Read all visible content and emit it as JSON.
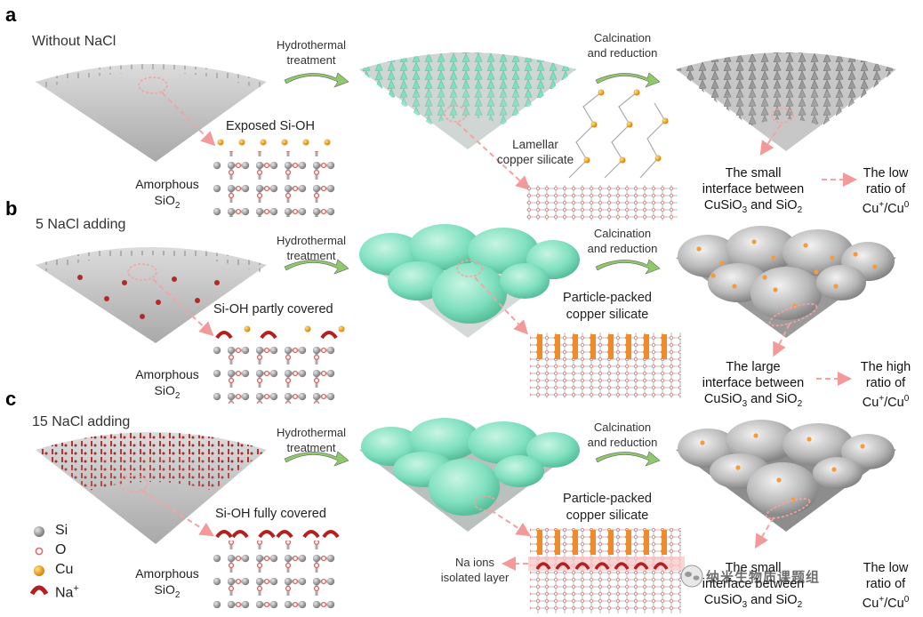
{
  "panels": [
    {
      "letter": "a",
      "condition": "Without NaCl",
      "step1": [
        "Hydrothermal",
        "treatment"
      ],
      "step2": [
        "Calcination",
        "and reduction"
      ],
      "surface_label": "Exposed  Si-OH",
      "substrate": [
        "Amorphous",
        "SiO",
        "2"
      ],
      "product": [
        "Lamellar",
        "copper silicate"
      ],
      "result": [
        "The small",
        "interface between",
        "CuSiO",
        "3",
        " and SiO",
        "2"
      ],
      "ratio": [
        "The low",
        "ratio of",
        "Cu",
        "+",
        "/Cu",
        "0"
      ]
    },
    {
      "letter": "b",
      "condition": "5 NaCl adding",
      "step1": [
        "Hydrothermal",
        "treatment"
      ],
      "step2": [
        "Calcination",
        "and reduction"
      ],
      "surface_label": "Si-OH partly covered",
      "substrate": [
        "Amorphous",
        "SiO",
        "2"
      ],
      "product": [
        "Particle-packed",
        "copper silicate"
      ],
      "result": [
        "The large",
        "interface between",
        "CuSiO",
        "3",
        " and SiO",
        "2"
      ],
      "ratio": [
        "The high",
        "ratio of",
        "Cu",
        "+",
        "/Cu",
        "0"
      ]
    },
    {
      "letter": "c",
      "condition": "15 NaCl adding",
      "step1": [
        "Hydrothermal",
        "treatment"
      ],
      "step2": [
        "Calcination",
        "and reduction"
      ],
      "surface_label": "Si-OH fully covered",
      "substrate": [
        "Amorphous",
        "SiO",
        "2"
      ],
      "product": [
        "Particle-packed",
        "copper silicate"
      ],
      "isolated": [
        "Na ions",
        "isolated layer"
      ],
      "result": [
        "The small",
        "interface between",
        "CuSiO",
        "3",
        " and SiO",
        "2"
      ],
      "ratio": [
        "The low",
        "ratio of",
        "Cu",
        "+",
        "/Cu",
        "0"
      ]
    }
  ],
  "legend": [
    {
      "name": "Si",
      "color": "#9a9a9a"
    },
    {
      "name": "O",
      "color": "#e06666"
    },
    {
      "name": "Cu",
      "color": "#f0a020"
    },
    {
      "name": "Na",
      "sup": "+",
      "color": "#b22222"
    }
  ],
  "watermark": "纳米生物质课题组",
  "colors": {
    "silicate": "#7fe0bf",
    "arrow": "#8fca6a",
    "dashed": "#f4a3a3",
    "surface": "#c9c9c9",
    "cu_dot": "#f39c3d",
    "na": "#b51f1f",
    "o": "#e06b6b",
    "si": "#8e8e8e"
  }
}
